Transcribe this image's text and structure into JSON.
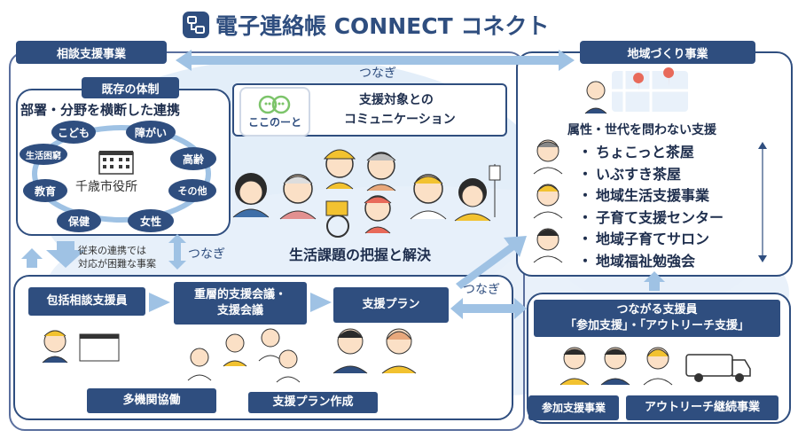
{
  "title": "電子連絡帳 CONNECT コネクト",
  "soudan_shien": "相談支援事業",
  "chiiki_zukuri": "地域づくり事業",
  "tsunagi_top": "つなぎ",
  "kizon": {
    "header": "既存の体制",
    "subtitle": "部署・分野を横断した連携",
    "center": "千歳市役所",
    "departments": [
      "こども",
      "障がい",
      "生活困窮",
      "高齢",
      "教育",
      "その他",
      "保健",
      "女性"
    ]
  },
  "kokonoto": {
    "logo_text": "ここのーと",
    "comm_line1": "支援対象との",
    "comm_line2": "コミュニケーション",
    "issue": "生活課題の把握と解決"
  },
  "middle": {
    "note_line1": "従来の連携では",
    "note_line2": "対応が困難な事案",
    "tsunagi": "つなぎ"
  },
  "process": {
    "step1": "包括相談支援員",
    "step2_line1": "重層的支援会議・",
    "step2_line2": "支援会議",
    "step3": "支援プラン",
    "tsunagi": "つなぎ",
    "bottom_left": "多機関協働",
    "bottom_right": "支援プラン作成"
  },
  "right": {
    "heading": "属性・世代を問わない支援",
    "services": [
      "ちょこっと茶屋",
      "いぶすき茶屋",
      "地域生活支援事業",
      "子育て支援センター",
      "地域子育てサロン",
      "地域福祉勉強会"
    ],
    "tsunagaru_line1": "つながる支援員",
    "tsunagaru_line2": "「参加支援」・「アウトリーチ支援」",
    "sanka": "参加支援事業",
    "outreach": "アウトリーチ継続事業"
  },
  "colors": {
    "navy": "#2f4e7f",
    "light_blue": "#d6e6f5",
    "arrow_blue": "#9fc2e4",
    "logo_green": "#7cc46a"
  }
}
